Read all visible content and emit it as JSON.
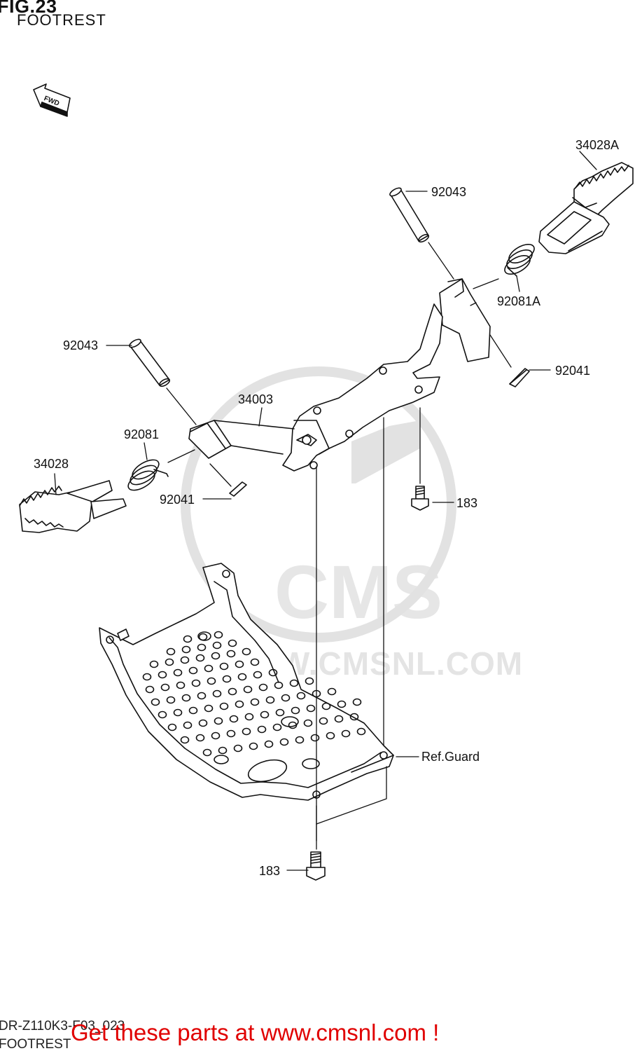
{
  "header": {
    "fig_title": "FIG.23",
    "fig_subtitle": "FOOTREST"
  },
  "fwd_marker": "FWD",
  "watermark": {
    "brand": "CMS",
    "url": "WWW.CMSNL.COM"
  },
  "part_labels": {
    "p34028A": "34028A",
    "p92043_right": "92043",
    "p92081A": "92081A",
    "p92041_right": "92041",
    "p92043_left": "92043",
    "p34003": "34003",
    "p92081": "92081",
    "p34028": "34028",
    "p92041_left": "92041",
    "p183_upper": "183",
    "ref_guard": "Ref.Guard",
    "p183_lower": "183"
  },
  "footer": {
    "diagram_code": "DR-Z110K3-F03_023",
    "diagram_subtitle": "FOOTREST",
    "promo": "Get these parts at www.cmsnl.com !"
  },
  "colors": {
    "line": "#111111",
    "watermark": "#e4e4e4",
    "promo": "#e00000"
  }
}
